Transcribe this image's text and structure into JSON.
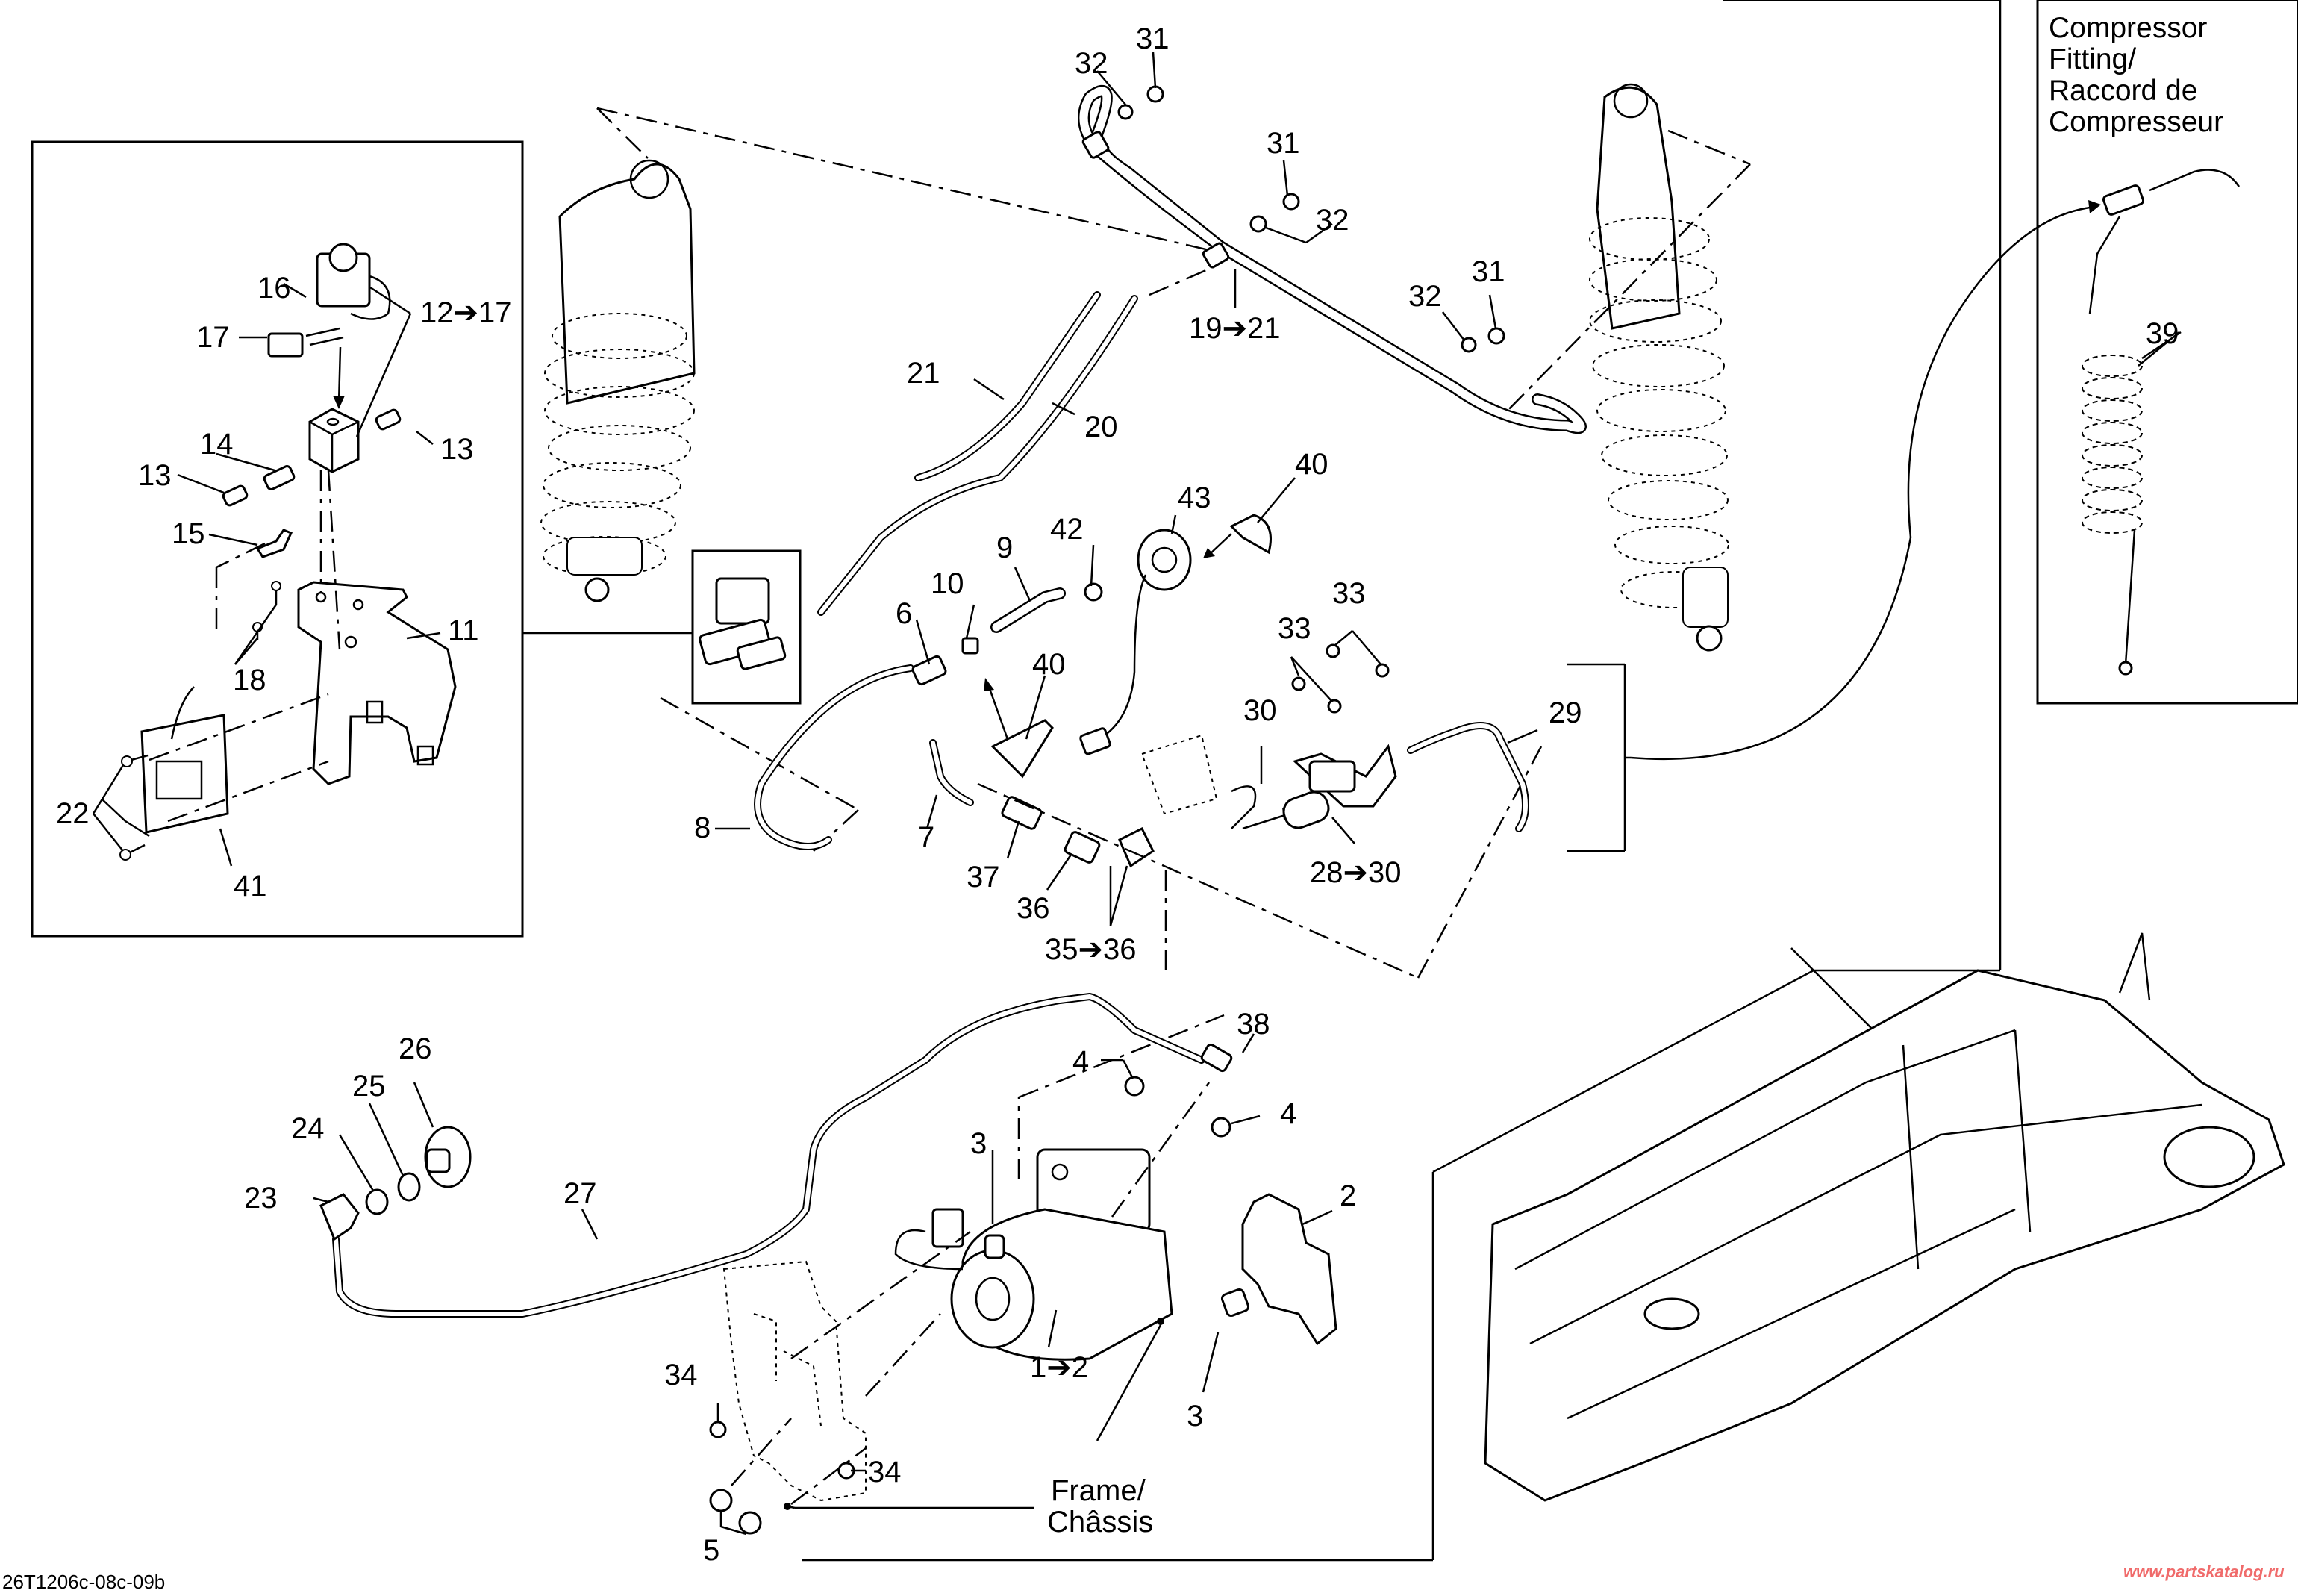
{
  "diagram": {
    "drawing_code": "26T1206c-08c-09b",
    "watermark": "www.partskatalog.ru",
    "watermark_color": "#f06b6b",
    "inset_compressor": {
      "title_lines": [
        "Compressor",
        "Fitting/",
        "Raccord de",
        "Compresseur"
      ]
    },
    "frame_label_lines": [
      "Frame/",
      "Châssis"
    ],
    "callouts": {
      "c1_2": "1➔2",
      "c2": "2",
      "c3a": "3",
      "c3b": "3",
      "c4a": "4",
      "c4b": "4",
      "c5": "5",
      "c6": "6",
      "c7": "7",
      "c8": "8",
      "c9": "9",
      "c10": "10",
      "c11": "11",
      "c12_17": "12➔17",
      "c13a": "13",
      "c13b": "13",
      "c14": "14",
      "c15": "15",
      "c16": "16",
      "c17": "17",
      "c18": "18",
      "c19_21": "19➔21",
      "c20": "20",
      "c21": "21",
      "c22": "22",
      "c23": "23",
      "c24": "24",
      "c25": "25",
      "c26": "26",
      "c27": "27",
      "c28_30": "28➔30",
      "c29": "29",
      "c30": "30",
      "c31a": "31",
      "c31b": "31",
      "c31c": "31",
      "c32a": "32",
      "c32b": "32",
      "c32c": "32",
      "c33a": "33",
      "c33b": "33",
      "c34a": "34",
      "c34b": "34",
      "c35_36": "35➔36",
      "c36": "36",
      "c37": "37",
      "c38": "38",
      "c39": "39",
      "c40a": "40",
      "c40b": "40",
      "c41": "41",
      "c42": "42",
      "c43": "43"
    }
  }
}
